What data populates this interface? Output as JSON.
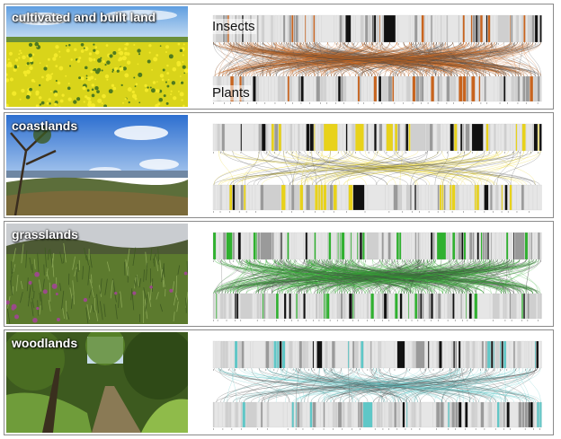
{
  "panels": [
    {
      "habitat": "cultivated and built land",
      "photo_icon": "rapeseed-field-photo",
      "accent_color": "#c8641e",
      "insects_label": "Insects",
      "plants_label": "Plants",
      "top_bars": 120,
      "bottom_bars": 110,
      "links": 520
    },
    {
      "habitat": "coastlands",
      "photo_icon": "coastal-hillside-photo",
      "accent_color": "#e8d21a",
      "top_bars": 95,
      "bottom_bars": 90,
      "links": 110
    },
    {
      "habitat": "grasslands",
      "photo_icon": "meadow-photo",
      "accent_color": "#2fb12f",
      "top_bars": 130,
      "bottom_bars": 125,
      "links": 560
    },
    {
      "habitat": "woodlands",
      "photo_icon": "forest-path-photo",
      "accent_color": "#5fc7c7",
      "top_bars": 110,
      "bottom_bars": 100,
      "links": 200
    }
  ]
}
